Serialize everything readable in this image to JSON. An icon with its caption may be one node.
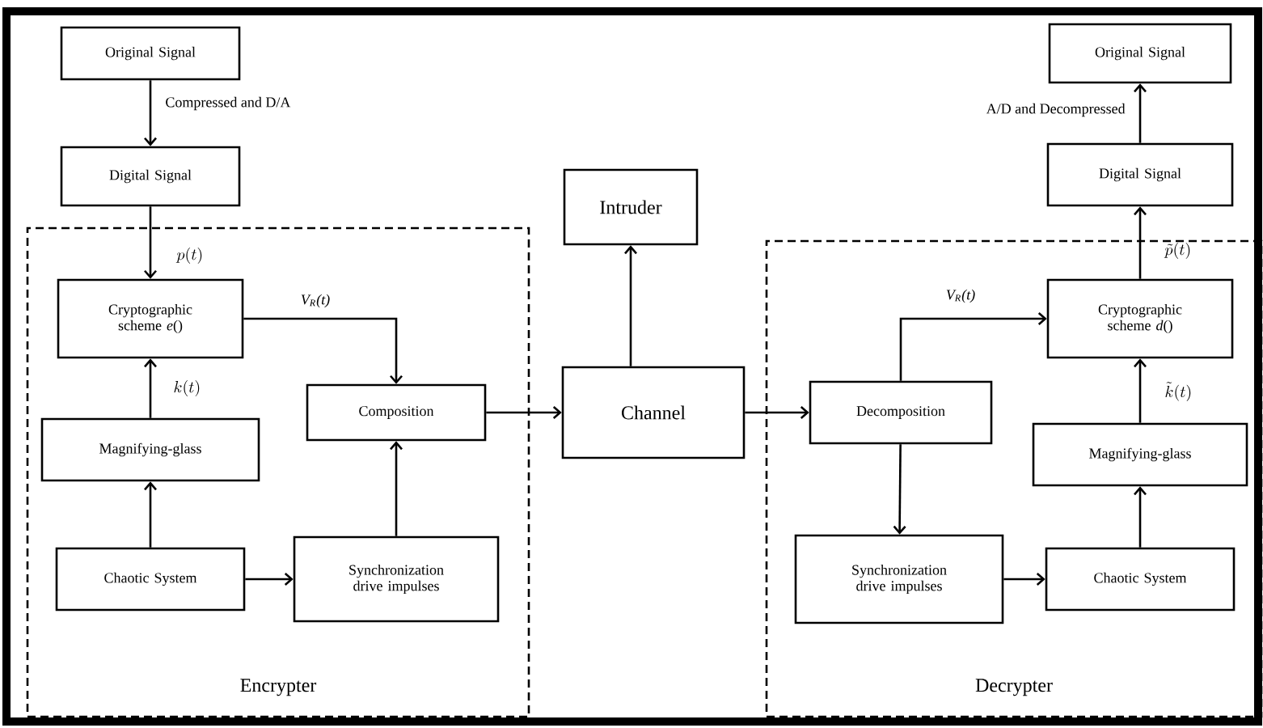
{
  "diagram": {
    "nodes": [
      {
        "text": [
          "Encrypter"
        ]
      },
      {
        "text": [
          "Original Signal"
        ]
      },
      {
        "text": [
          "Digital Signal"
        ]
      },
      {
        "text": [
          "Cryptographic scheme *e*()"
        ],
        "in": 0
      },
      {
        "text": [
          "Magnifying-glass"
        ],
        "in": 0
      },
      {
        "text": [
          "Chaotic System"
        ],
        "in": 0
      },
      {
        "text": [
          "Synchronization drive impulses"
        ],
        "in": 0
      },
      {
        "text": [
          "Composition"
        ],
        "in": 0
      },
      {
        "text": [
          "Intruder"
        ]
      },
      {
        "text": [
          "Channel"
        ]
      },
      {
        "text": [
          "Decrypter"
        ]
      },
      {
        "text": [
          "Decomposition"
        ],
        "in": 10
      },
      {
        "text": [
          "Cryptographic scheme *d*()"
        ],
        "in": 10
      },
      {
        "text": [
          "Magnifying-glass"
        ],
        "in": 10
      },
      {
        "text": [
          "Synchronization drive impulses"
        ],
        "in": 10
      },
      {
        "text": [
          "Chaotic System"
        ],
        "in": 10
      },
      {
        "text": [
          "Digital Signal"
        ]
      },
      {
        "text": [
          "Original Signal"
        ]
      }
    ],
    "edges": [
      {
        "from": 1,
        "to": 2,
        "arrow": "to",
        "label": "Compressed and D/A"
      },
      {
        "from": 2,
        "to": 3,
        "arrow": "to",
        "label": "p(t)"
      },
      {
        "from": 4,
        "to": 3,
        "arrow": "to",
        "label": "k(t)"
      },
      {
        "from": 5,
        "to": 4,
        "arrow": "to"
      },
      {
        "from": 5,
        "to": 6,
        "arrow": "to"
      },
      {
        "from": 6,
        "to": 7,
        "arrow": "to"
      },
      {
        "from": 3,
        "to": 7,
        "arrow": "to",
        "label": "V$_{R}$(t)"
      },
      {
        "from": 7,
        "to": 9,
        "arrow": "to"
      },
      {
        "from": 9,
        "to": 8,
        "arrow": "to"
      },
      {
        "from": 9,
        "to": 11,
        "arrow": "to"
      },
      {
        "from": 11,
        "to": 12,
        "arrow": "to",
        "label": "V$_{R}$(t)"
      },
      {
        "from": 11,
        "to": 14,
        "arrow": "to"
      },
      {
        "from": 14,
        "to": 15,
        "arrow": "to"
      },
      {
        "from": 15,
        "to": 13,
        "arrow": "to"
      },
      {
        "from": 13,
        "to": 12,
        "arrow": "to",
        "label": "\\tilde{k}(t)"
      },
      {
        "from": 12,
        "to": 16,
        "arrow": "to",
        "label": "\\tilde{p}(t)"
      },
      {
        "from": 16,
        "to": 17,
        "arrow": "to",
        "label": "A/D and Decompressed"
      }
    ]
  }
}
